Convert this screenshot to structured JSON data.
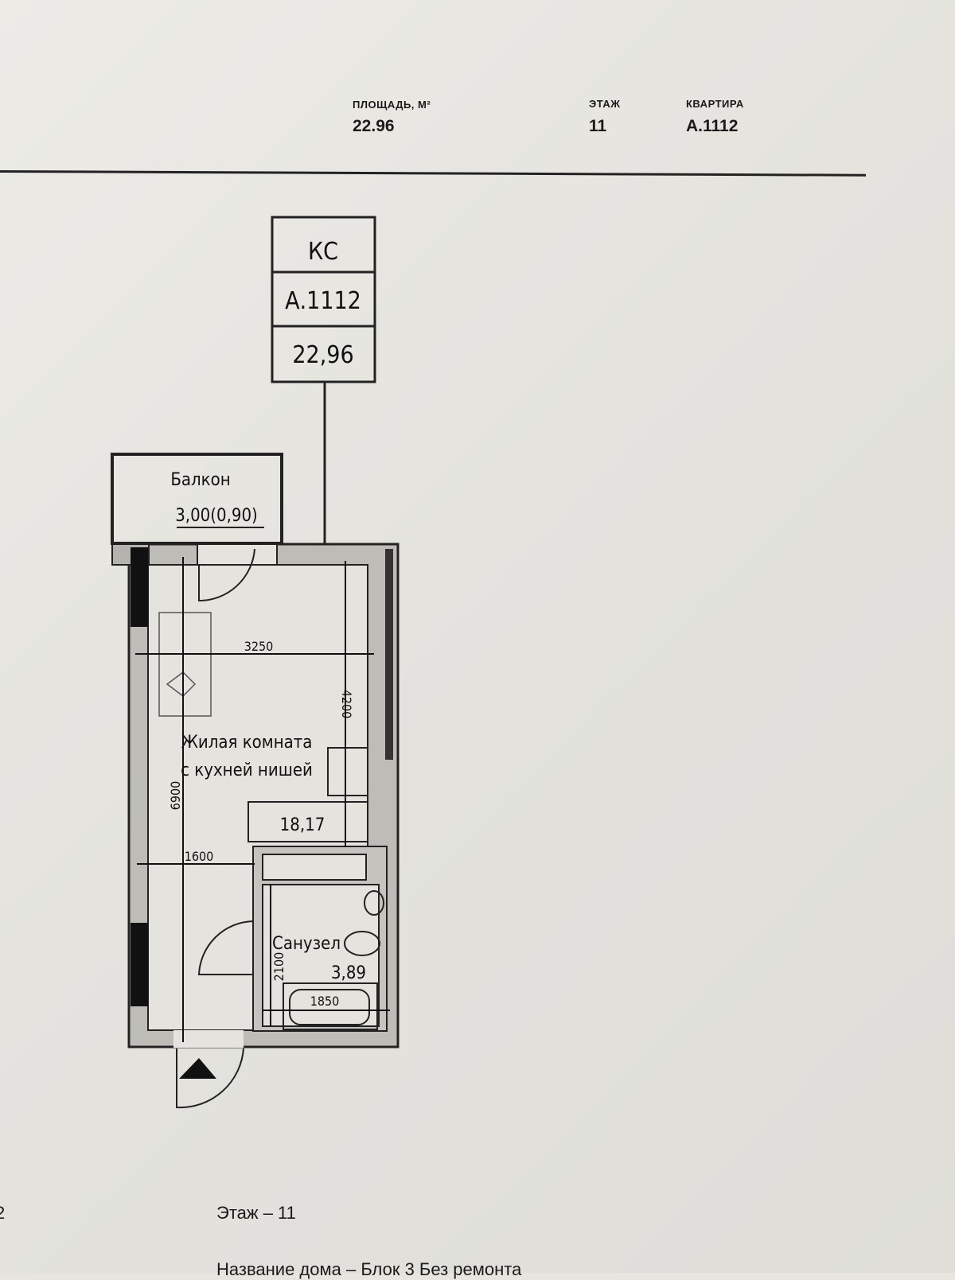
{
  "header": {
    "area_label": "ПЛОЩАДЬ, М²",
    "area_value": "22.96",
    "floor_label": "ЭТАЖ",
    "floor_value": "11",
    "apartment_label": "КВАРТИРА",
    "apartment_value": "A.1112"
  },
  "plan": {
    "tag": {
      "type": "КС",
      "number": "А.1112",
      "area": "22,96"
    },
    "balcony": {
      "name": "Балкон",
      "area": "3,00(0,90)"
    },
    "living_room": {
      "name_line1": "Жилая комната",
      "name_line2": "с кухней нишей",
      "area": "18,17"
    },
    "bathroom": {
      "name": "Санузел",
      "area": "3,89"
    },
    "dimensions": {
      "width_room": "3250",
      "kitchen": "4200",
      "length": "6900",
      "hall": "1600",
      "bath_height": "2100",
      "bath_width": "1850"
    }
  },
  "footer": {
    "page_fragment": "2",
    "floor_line": "Этаж – 11",
    "building_line": "Название дома – Блок 3 Без ремонта"
  }
}
